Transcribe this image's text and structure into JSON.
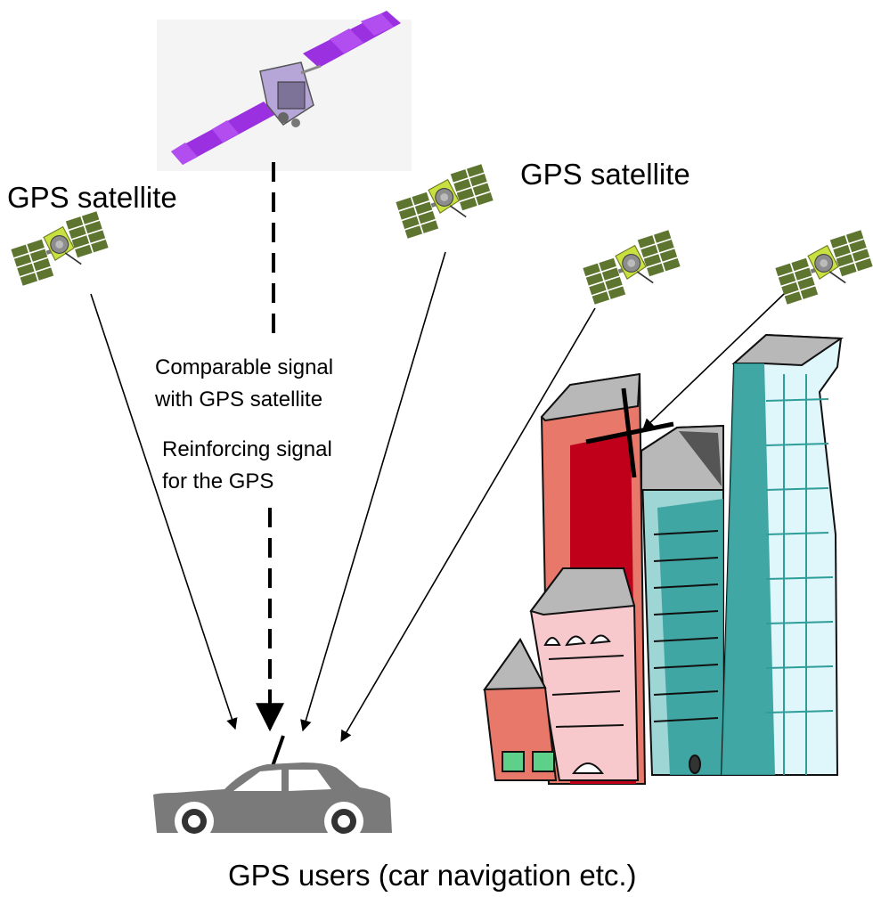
{
  "labels": {
    "satellite_left": "GPS satellite",
    "satellite_right": "GPS satellite",
    "comparable_signal": [
      "Comparable signal",
      "with GPS satellite"
    ],
    "reinforcing_signal": [
      "Reinforcing signal",
      "for the GPS"
    ],
    "users": "GPS users (car navigation etc.)"
  },
  "icons": {
    "qzs": "quasi-zenith-satellite-icon",
    "gps": "gps-satellite-icon",
    "car": "car-icon",
    "buildings": "city-buildings-icon"
  },
  "colors": {
    "solar_panel_purple": "#9b30e0",
    "gps_panel_green": "#5e7530",
    "gps_body_yellow": "#c8e040",
    "car_gray": "#7a7a7a",
    "building_red": "#e8786a",
    "building_dark_red": "#c0001a",
    "building_teal": "#9ed6d6",
    "building_cyan": "#dff6fa",
    "building_pink": "#f7c8cc",
    "roof_gray": "#b8b8b8"
  }
}
